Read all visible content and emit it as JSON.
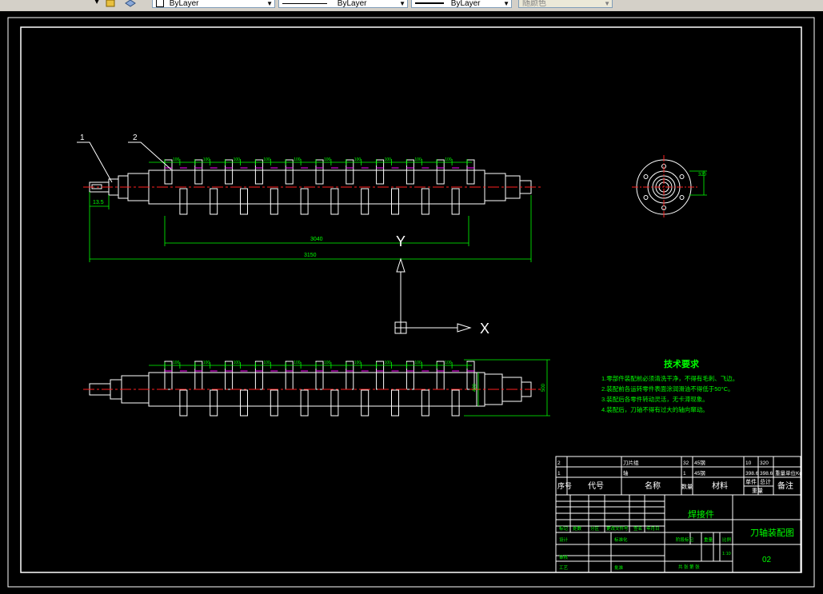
{
  "toolbar": {
    "layer_color": "ByLayer",
    "linetype": "ByLayer",
    "lineweight": "ByLayer",
    "plot_style": "随颜色"
  },
  "drawing": {
    "balloons": [
      "1",
      "2"
    ],
    "dims": {
      "shaft_stub": "13.5",
      "blade_span": "3040",
      "total_length": "3150",
      "flange_size": "320",
      "bottom_small": "420",
      "bottom_large": "500",
      "blade_tag": "100"
    },
    "ucs": {
      "y_label": "Y",
      "x_label": "X"
    }
  },
  "tech_req": {
    "title": "技术要求",
    "items": [
      "1.零部件装配前必须清洗干净，不得有毛刺、飞边。",
      "2.装配前各运转零件表面涂润滑油不得低于50°C。",
      "3.装配后各零件转动灵活，无卡滞现象。",
      "4.装配后，刀轴不得有过大的轴向窜动。"
    ]
  },
  "title_block": {
    "bom": [
      {
        "no": "2",
        "code": "",
        "name": "刀片组",
        "qty": "32",
        "material": "45钢",
        "unit_w": "10",
        "total_w": "320",
        "note": ""
      },
      {
        "no": "1",
        "code": "",
        "name": "轴",
        "qty": "1",
        "material": "45钢",
        "unit_w": "398.6",
        "total_w": "398.6",
        "note": "重量单位Kg"
      }
    ],
    "headers": {
      "no": "序号",
      "code": "代号",
      "name": "名称",
      "qty": "数量",
      "material": "材料",
      "single": "单件",
      "total": "总计",
      "weight": "重量",
      "note": "备注"
    },
    "design_labels": [
      "标记",
      "处数",
      "分区",
      "更改文件号",
      "签名",
      "年月日",
      "设计",
      "标准化",
      "审核",
      "工艺",
      "批准"
    ],
    "stage_labels": [
      "阶段标记",
      "重量",
      "比例"
    ],
    "scale": "1:10",
    "sheet": "共  张  第  张",
    "material_name": "焊接件",
    "drawing_title": "刀轴装配图",
    "drawing_no": "02"
  }
}
